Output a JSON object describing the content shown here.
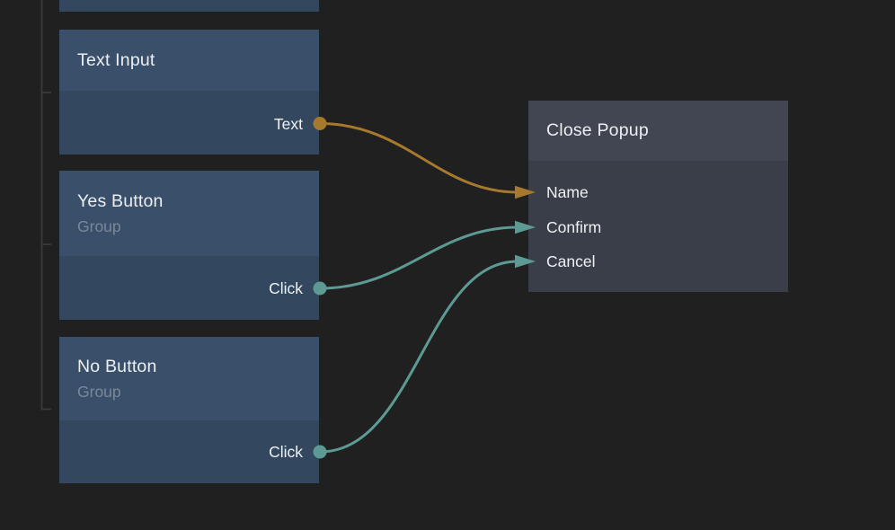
{
  "canvas": {
    "background": "#202021",
    "type": "node-graph-editor"
  },
  "palette": {
    "gold": "#a6792d",
    "teal": "#5d9a94",
    "blue_node_header": "#3a506a",
    "blue_node_body": "#33485f",
    "gray_node_header": "#424653",
    "gray_node_body": "#3a3e49",
    "tree_line": "#3a3a3c",
    "title_text": "#eceff2",
    "subtitle_text": "#7a8899"
  },
  "nodes": {
    "text_input": {
      "title": "Text Input",
      "outputs": [
        {
          "label": "Text",
          "color": "gold"
        }
      ]
    },
    "yes_button": {
      "title": "Yes Button",
      "subtitle": "Group",
      "outputs": [
        {
          "label": "Click",
          "color": "teal"
        }
      ]
    },
    "no_button": {
      "title": "No Button",
      "subtitle": "Group",
      "outputs": [
        {
          "label": "Click",
          "color": "teal"
        }
      ]
    },
    "close_popup": {
      "title": "Close Popup",
      "inputs": [
        {
          "label": "Name",
          "color": "gold"
        },
        {
          "label": "Confirm",
          "color": "teal"
        },
        {
          "label": "Cancel",
          "color": "teal"
        }
      ]
    }
  },
  "connections": [
    {
      "from": "Text Input.Text",
      "to": "Close Popup.Name",
      "color": "gold"
    },
    {
      "from": "Yes Button.Click",
      "to": "Close Popup.Confirm",
      "color": "teal"
    },
    {
      "from": "No Button.Click",
      "to": "Close Popup.Cancel",
      "color": "teal"
    }
  ]
}
